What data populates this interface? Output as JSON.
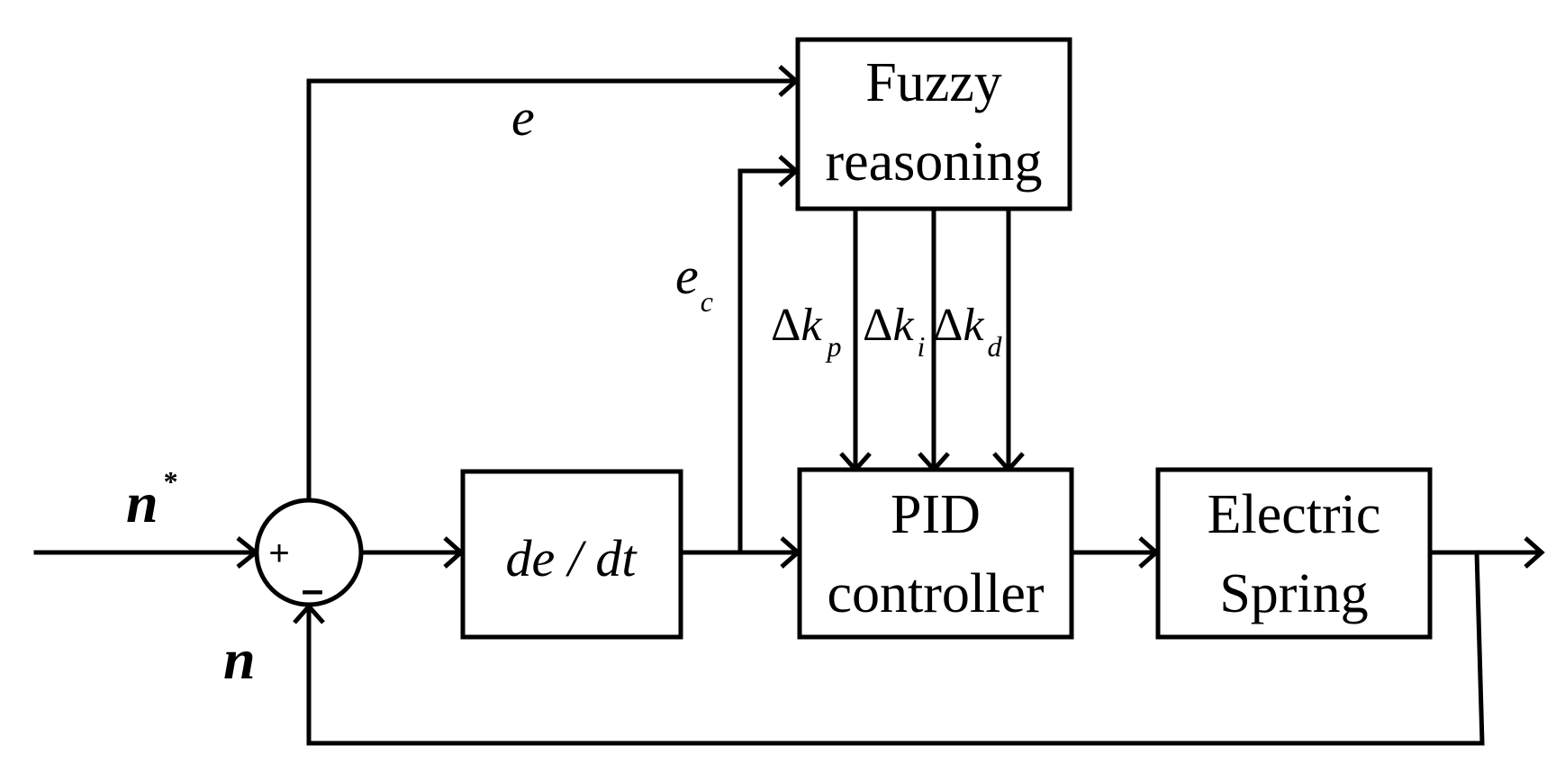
{
  "blocks": {
    "fuzzy": {
      "line1": "Fuzzy",
      "line2": "reasoning"
    },
    "derivative": {
      "expr": "de / dt"
    },
    "pid": {
      "line1": "PID",
      "line2": "controller"
    },
    "spring": {
      "line1": "Electric",
      "line2": "Spring"
    }
  },
  "summing_junction": {
    "plus": "+",
    "minus": "–"
  },
  "signals": {
    "reference": {
      "symbol": "n",
      "superscript": "*"
    },
    "feedback": {
      "symbol": "n"
    },
    "error": {
      "symbol": "e"
    },
    "error_change": {
      "symbol": "e",
      "subscript": "c"
    },
    "gains": [
      {
        "delta": "Δ",
        "symbol": "k",
        "subscript": "p"
      },
      {
        "delta": "Δ",
        "symbol": "k",
        "subscript": "i"
      },
      {
        "delta": "Δ",
        "symbol": "k",
        "subscript": "d"
      }
    ]
  }
}
